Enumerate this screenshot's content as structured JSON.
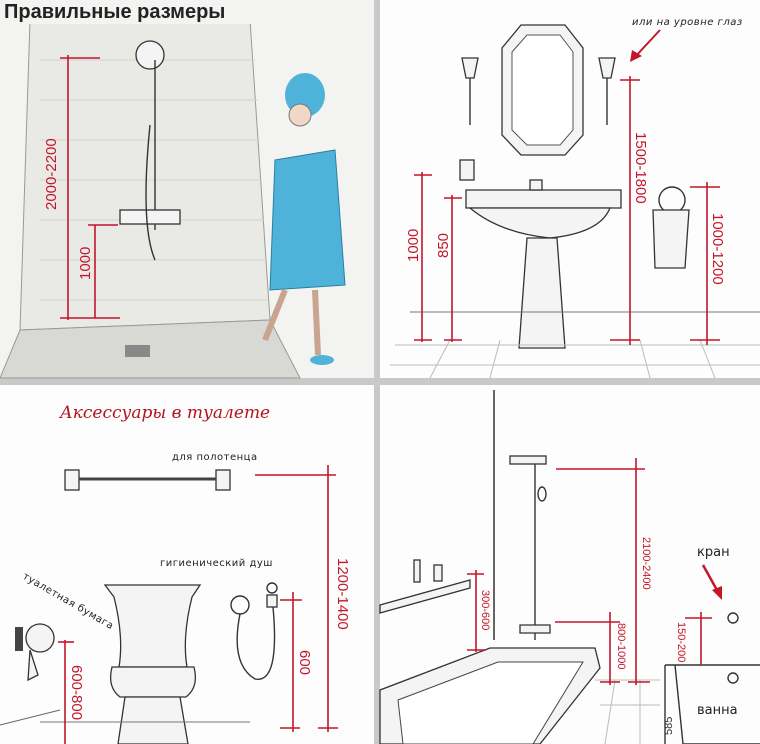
{
  "panels": {
    "shower": {
      "title": "Правильные размеры",
      "dims": {
        "shower_height": "2000-2200",
        "mixer_height": "1000"
      }
    },
    "sink": {
      "note": "или на уровне глаз",
      "dims": {
        "shelf": "1000",
        "sink": "850",
        "sconce": "1500-1800",
        "towel_ring": "1000-1200"
      }
    },
    "toilet": {
      "title": "Аксессуары в туалете",
      "labels": {
        "towel": "для полотенца",
        "hygienic_shower": "гигиенический душ",
        "toilet_paper": "туалетная бумага"
      },
      "dims": {
        "towel": "1200-1400",
        "hygienic_shower": "600",
        "toilet_paper": "600-800"
      }
    },
    "bath": {
      "labels": {
        "tap": "кран",
        "bath": "ванна"
      },
      "dims": {
        "shelf": "300-600",
        "shower_head": "2100-2400",
        "mixer": "800-1000",
        "tap": "150-200",
        "bath_height": "585"
      }
    }
  },
  "colors": {
    "dimension": "#c3162a",
    "towel": "#4fb3d9",
    "gutter": "#c9c9c9"
  }
}
